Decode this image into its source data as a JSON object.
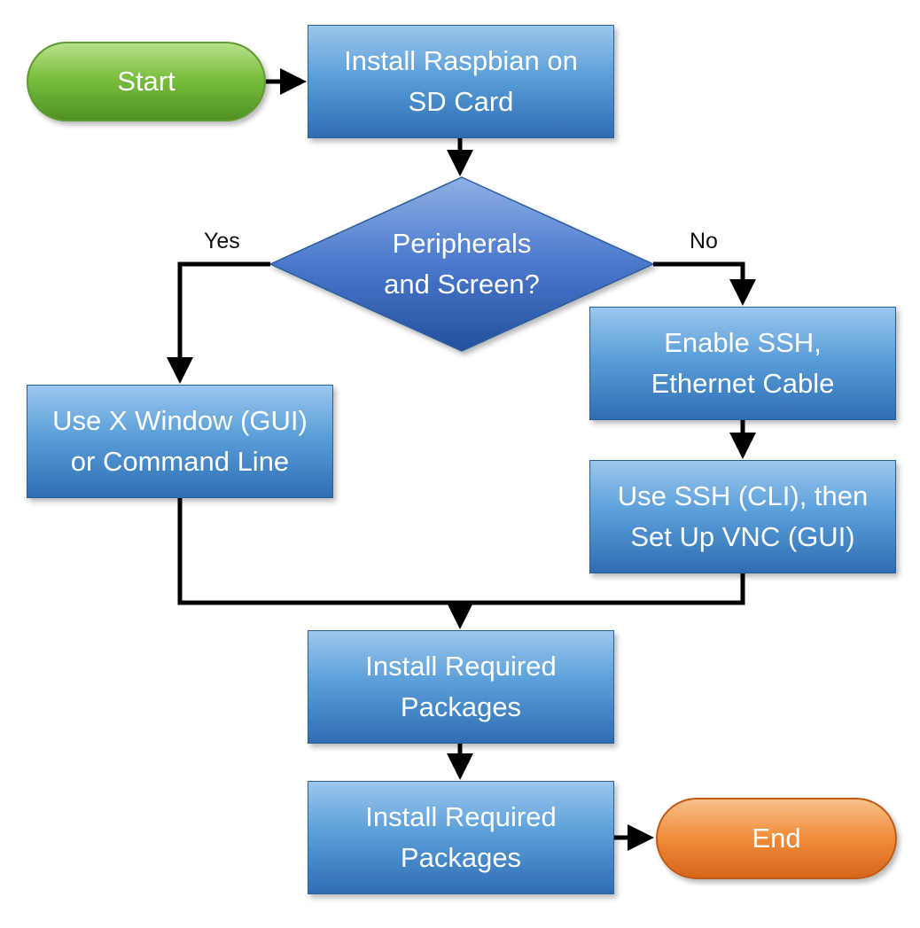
{
  "nodes": {
    "start": "Start",
    "install_raspbian": "Install Raspbian on\nSD Card",
    "decision": "Peripherals\nand Screen?",
    "use_xwindow": "Use X Window (GUI)\nor Command Line",
    "enable_ssh": "Enable SSH,\nEthernet Cable",
    "use_ssh": "Use SSH (CLI),  then\nSet Up VNC (GUI)",
    "install_packages_1": "Install Required\nPackages",
    "install_packages_2": "Install Required\nPackages",
    "end": "End"
  },
  "labels": {
    "yes": "Yes",
    "no": "No"
  },
  "colors": {
    "box_top": "#9cc6ec",
    "box_bottom": "#2f6db3",
    "diamond_top": "#7fa6e0",
    "diamond_bottom": "#2c58a8",
    "start_green": "#7bbf3f",
    "end_orange": "#ef8c3a",
    "connector": "#000000"
  }
}
